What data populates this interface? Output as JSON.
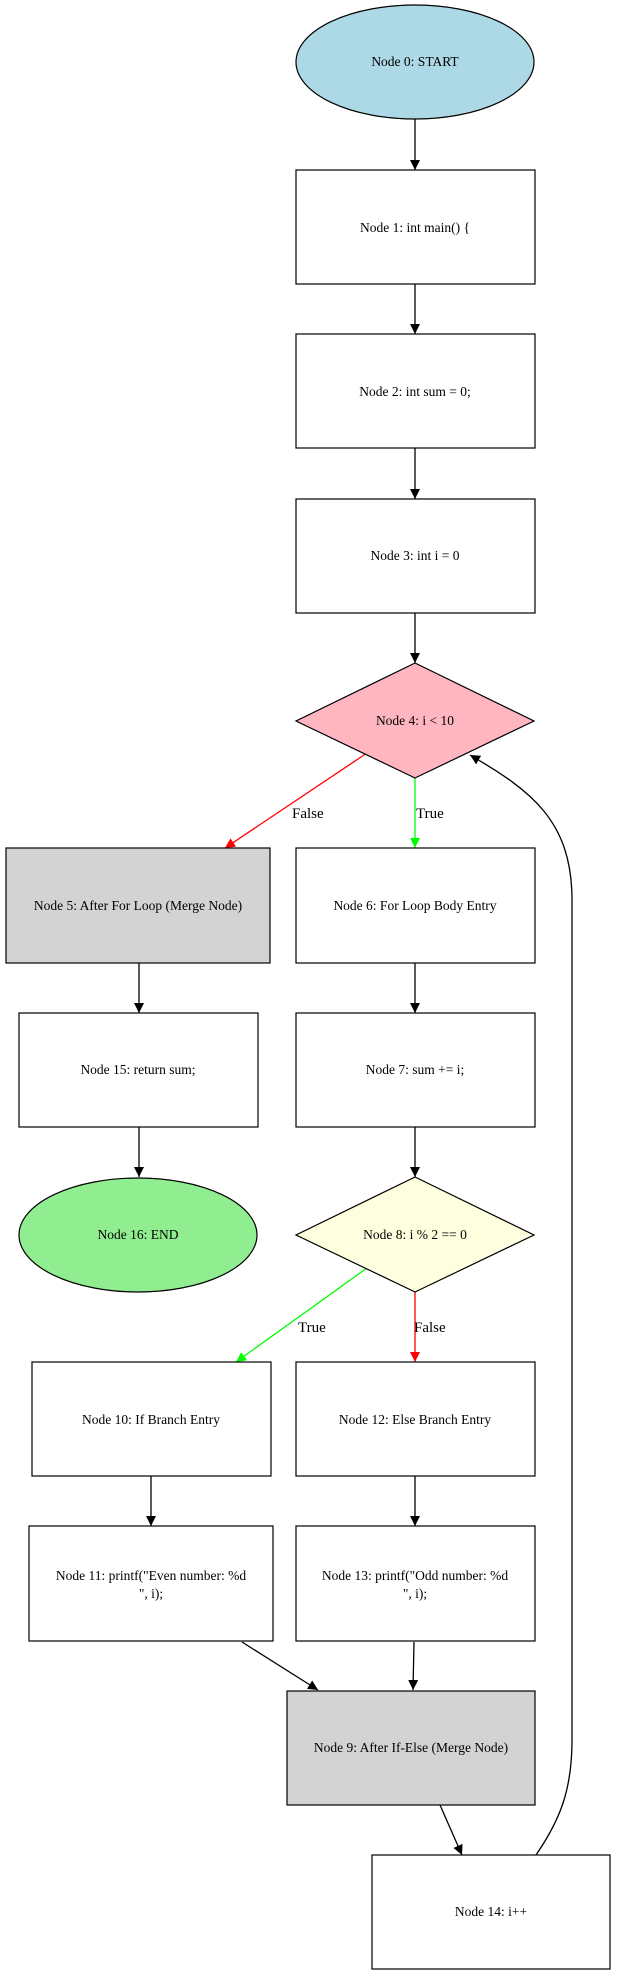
{
  "colors": {
    "start_fill": "#add8e6",
    "end_fill": "#90ee90",
    "decision_loop_fill": "#ffb6c1",
    "decision_if_fill": "#ffffe0",
    "merge_fill": "#d3d3d3",
    "default_fill": "#ffffff",
    "edge_default": "#000000",
    "edge_true": "#00ff00",
    "edge_false": "#ff0000"
  },
  "nodes": {
    "n0": {
      "label": "Node 0: START",
      "shape": "ellipse"
    },
    "n1": {
      "label": "Node 1: int main() {",
      "shape": "box"
    },
    "n2": {
      "label": "Node 2: int sum = 0;",
      "shape": "box"
    },
    "n3": {
      "label": "Node 3: int i = 0",
      "shape": "box"
    },
    "n4": {
      "label": "Node 4: i < 10",
      "shape": "diamond"
    },
    "n5": {
      "label": "Node 5: After For Loop (Merge Node)",
      "shape": "box"
    },
    "n6": {
      "label": "Node 6: For Loop Body Entry",
      "shape": "box"
    },
    "n7": {
      "label": "Node 7: sum += i;",
      "shape": "box"
    },
    "n8": {
      "label": "Node 8: i % 2 == 0",
      "shape": "diamond"
    },
    "n9": {
      "label": "Node 9: After If-Else (Merge Node)",
      "shape": "box"
    },
    "n10": {
      "label": "Node 10: If Branch Entry",
      "shape": "box"
    },
    "n11": {
      "line1": "Node 11: printf(\"Even number: %d",
      "line2": "\", i);",
      "shape": "box"
    },
    "n12": {
      "label": "Node 12: Else Branch Entry",
      "shape": "box"
    },
    "n13": {
      "line1": "Node 13: printf(\"Odd number: %d",
      "line2": "\", i);",
      "shape": "box"
    },
    "n14": {
      "label": "Node 14: i++",
      "shape": "box"
    },
    "n15": {
      "label": "Node 15: return sum;",
      "shape": "box"
    },
    "n16": {
      "label": "Node 16: END",
      "shape": "ellipse"
    }
  },
  "edges": [
    {
      "from": "n0",
      "to": "n1",
      "label": ""
    },
    {
      "from": "n1",
      "to": "n2",
      "label": ""
    },
    {
      "from": "n2",
      "to": "n3",
      "label": ""
    },
    {
      "from": "n3",
      "to": "n4",
      "label": ""
    },
    {
      "from": "n4",
      "to": "n5",
      "label": "False"
    },
    {
      "from": "n4",
      "to": "n6",
      "label": "True"
    },
    {
      "from": "n5",
      "to": "n15",
      "label": ""
    },
    {
      "from": "n15",
      "to": "n16",
      "label": ""
    },
    {
      "from": "n6",
      "to": "n7",
      "label": ""
    },
    {
      "from": "n7",
      "to": "n8",
      "label": ""
    },
    {
      "from": "n8",
      "to": "n10",
      "label": "True"
    },
    {
      "from": "n8",
      "to": "n12",
      "label": "False"
    },
    {
      "from": "n10",
      "to": "n11",
      "label": ""
    },
    {
      "from": "n12",
      "to": "n13",
      "label": ""
    },
    {
      "from": "n11",
      "to": "n9",
      "label": ""
    },
    {
      "from": "n13",
      "to": "n9",
      "label": ""
    },
    {
      "from": "n9",
      "to": "n14",
      "label": ""
    },
    {
      "from": "n14",
      "to": "n4",
      "label": ""
    }
  ]
}
